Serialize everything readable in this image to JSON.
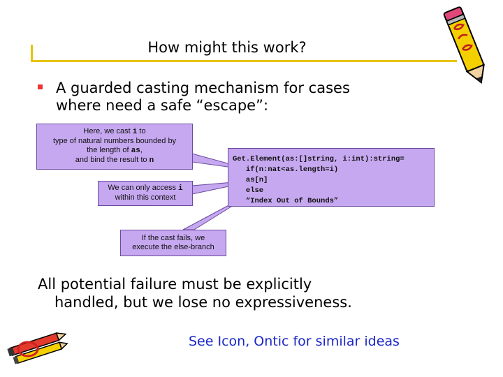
{
  "title": "How might this work?",
  "bullet": {
    "line1": "A guarded casting mechanism for cases",
    "line2": "where need a safe “escape”:"
  },
  "callouts": {
    "c1": {
      "l1a": "Here, we cast ",
      "l1b": "i",
      "l1c": " to",
      "l2": "type of natural numbers bounded by",
      "l3a": "the length of ",
      "l3b": "as",
      "l3c": ",",
      "l4a": "and bind the result to ",
      "l4b": "n"
    },
    "c2": {
      "l1a": "We can only access ",
      "l1b": "i",
      "l2": "within this context"
    },
    "c3": {
      "l1": "If the cast fails, we",
      "l2": "execute the else-branch"
    }
  },
  "code": [
    "Get.Element(as:[]string, i:int):string=",
    "   if(n:nat<as.length=i)",
    "   as[n]",
    "   else",
    "   “Index Out of Bounds”"
  ],
  "paragraph": {
    "line1": "All potential failure must be explicitly",
    "line2": "handled, but we lose no expressiveness."
  },
  "footer_link": "See Icon, Ontic for similar ideas",
  "colors": {
    "accent_rule": "#e8c200",
    "callout_fill": "#c6a8f0",
    "bullet": "#e33333",
    "link": "#1a26c8"
  }
}
